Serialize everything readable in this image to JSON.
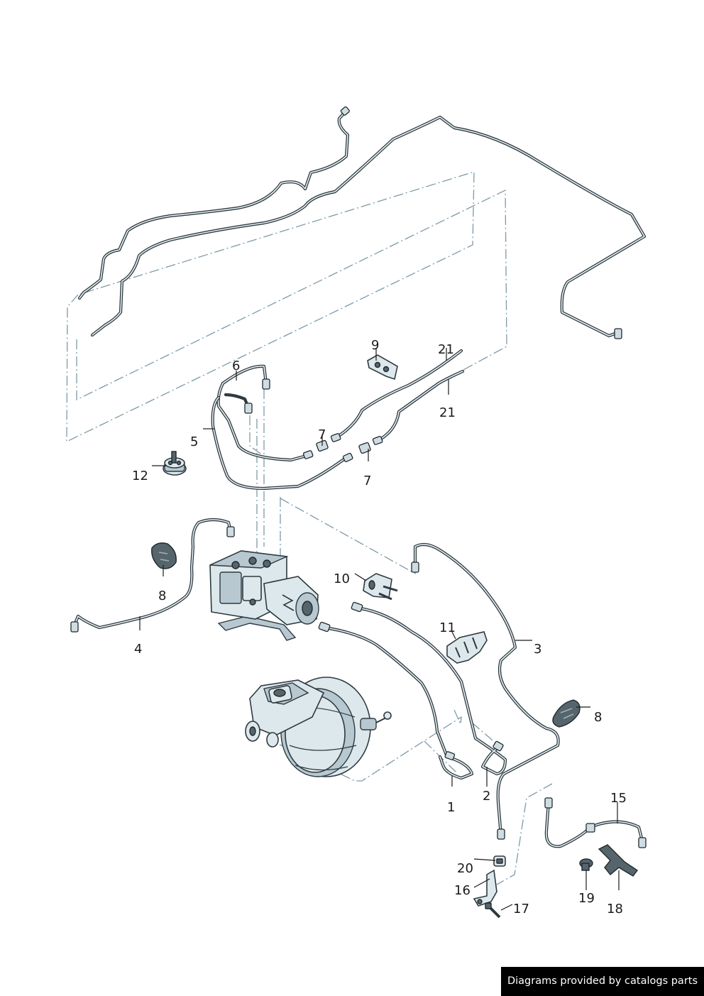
{
  "callouts": {
    "c1": "1",
    "c2": "2",
    "c3": "3",
    "c4": "4",
    "c5": "5",
    "c6": "6",
    "c7a": "7",
    "c7b": "7",
    "c8a": "8",
    "c8b": "8",
    "c9": "9",
    "c10": "10",
    "c11": "11",
    "c12": "12",
    "c15": "15",
    "c16": "16",
    "c17": "17",
    "c18": "18",
    "c19": "19",
    "c20": "20",
    "c21a": "21",
    "c21b": "21"
  },
  "credit": "Diagrams provided by catalogs parts",
  "colors": {
    "pipe": "#2e3a40",
    "part_fill": "#dde8ed",
    "dash_line": "#7d9aa8",
    "label": "#1a1a1a",
    "credit_bg": "#000000",
    "credit_text": "#ffffff"
  }
}
